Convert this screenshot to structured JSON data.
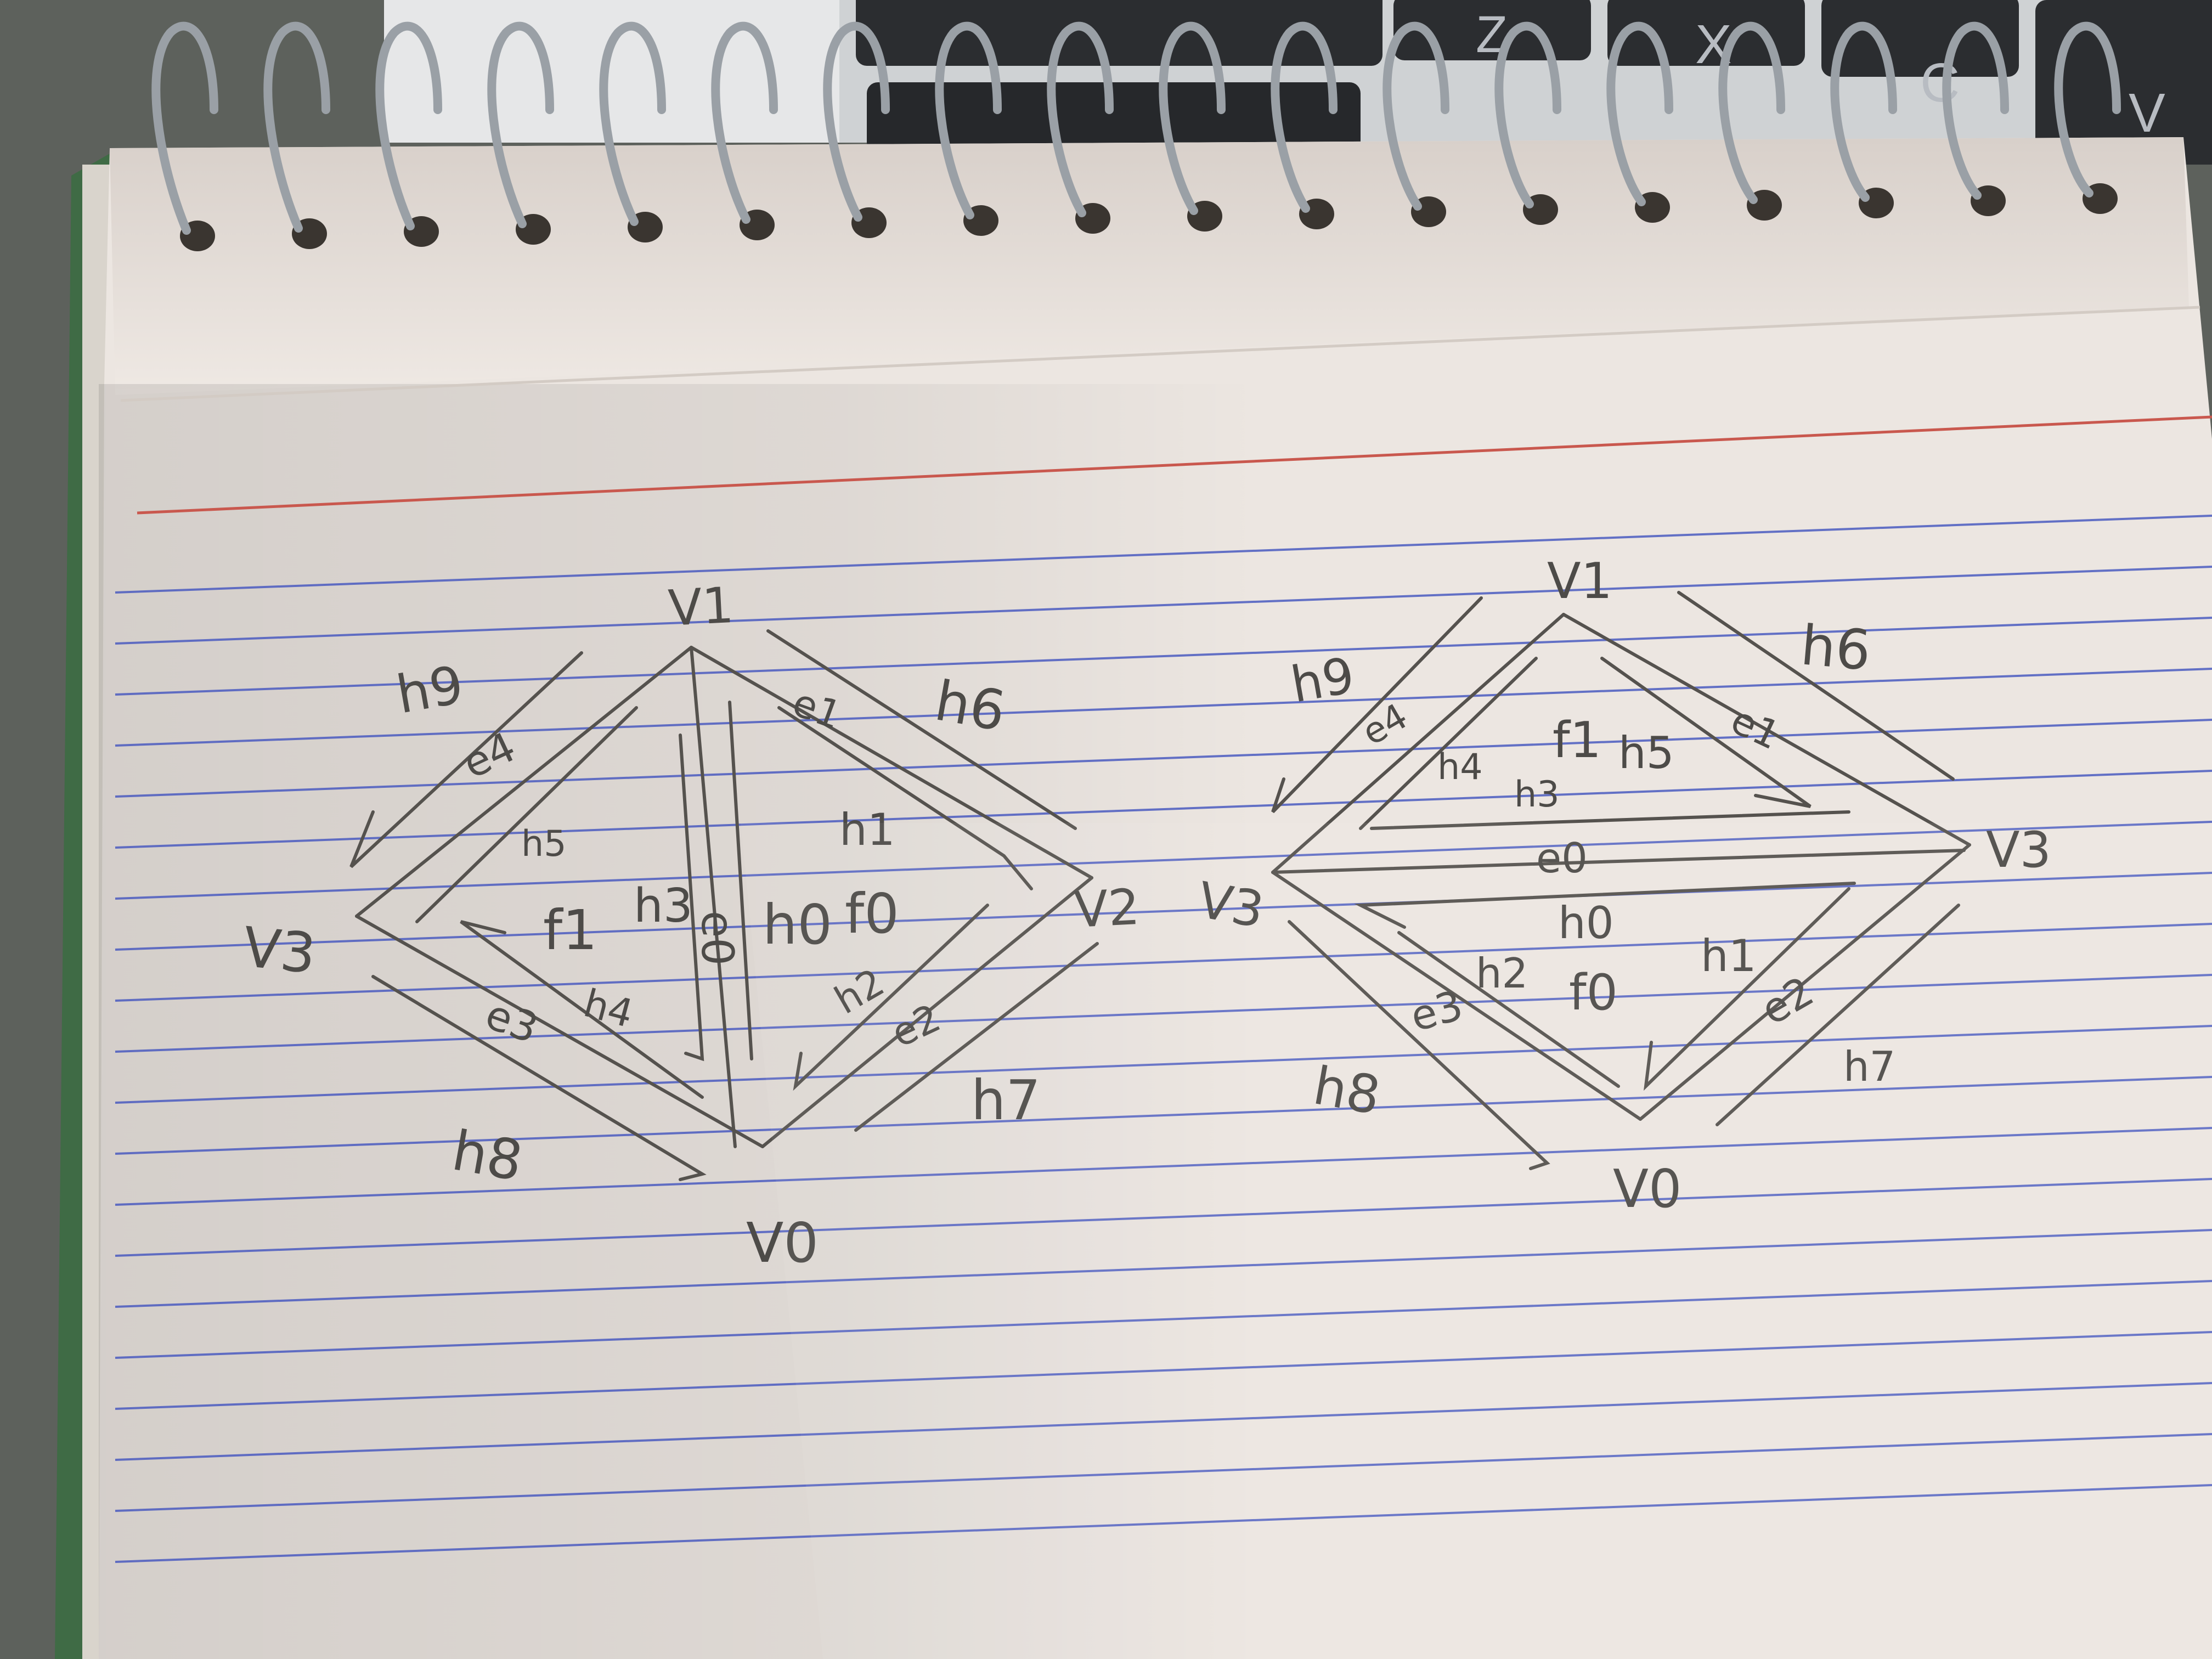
{
  "keyboard": {
    "keys": [
      "Z",
      "X",
      "C",
      "V"
    ]
  },
  "colors": {
    "paper": "#ece6e1",
    "paper_shadow": "#d9d2cc",
    "rule_blue": "#4a5bc0",
    "margin_red": "#c9584e",
    "pencil": "#4d4b48",
    "key_body": "#2b2d30",
    "key_text": "#b8bcc2",
    "spiral": "#9aa0a6",
    "cover_green": "#3f6b45"
  },
  "left_diagram": {
    "vertices": {
      "v1": "V1",
      "v2": "V2",
      "v3": "V3",
      "v0": "V0"
    },
    "edges": {
      "e0": "e0",
      "e1": "e1",
      "e2": "e2",
      "e3": "e3",
      "e4": "e4"
    },
    "halfedges": {
      "h0": "h0",
      "h1": "h1",
      "h2": "h2",
      "h3": "h3",
      "h4": "h4",
      "h5": "h5",
      "h6": "h6",
      "h7": "h7",
      "h8": "h8",
      "h9": "h9"
    },
    "faces": {
      "f0": "f0",
      "f1": "f1"
    }
  },
  "right_diagram": {
    "vertices": {
      "v1": "V1",
      "v2": "V3",
      "v3": "V3",
      "v0": "V0"
    },
    "edges": {
      "e0": "e0",
      "e1": "e1",
      "e2": "e2",
      "e3": "e3",
      "e4": "e4"
    },
    "halfedges": {
      "h0": "h0",
      "h1": "h1",
      "h2": "h2",
      "h3": "h3",
      "h4": "h4",
      "h5": "h5",
      "h6": "h6",
      "h7": "h7",
      "h8": "h8",
      "h9": "h9"
    },
    "faces": {
      "f0": "f0",
      "f1": "f1"
    }
  }
}
